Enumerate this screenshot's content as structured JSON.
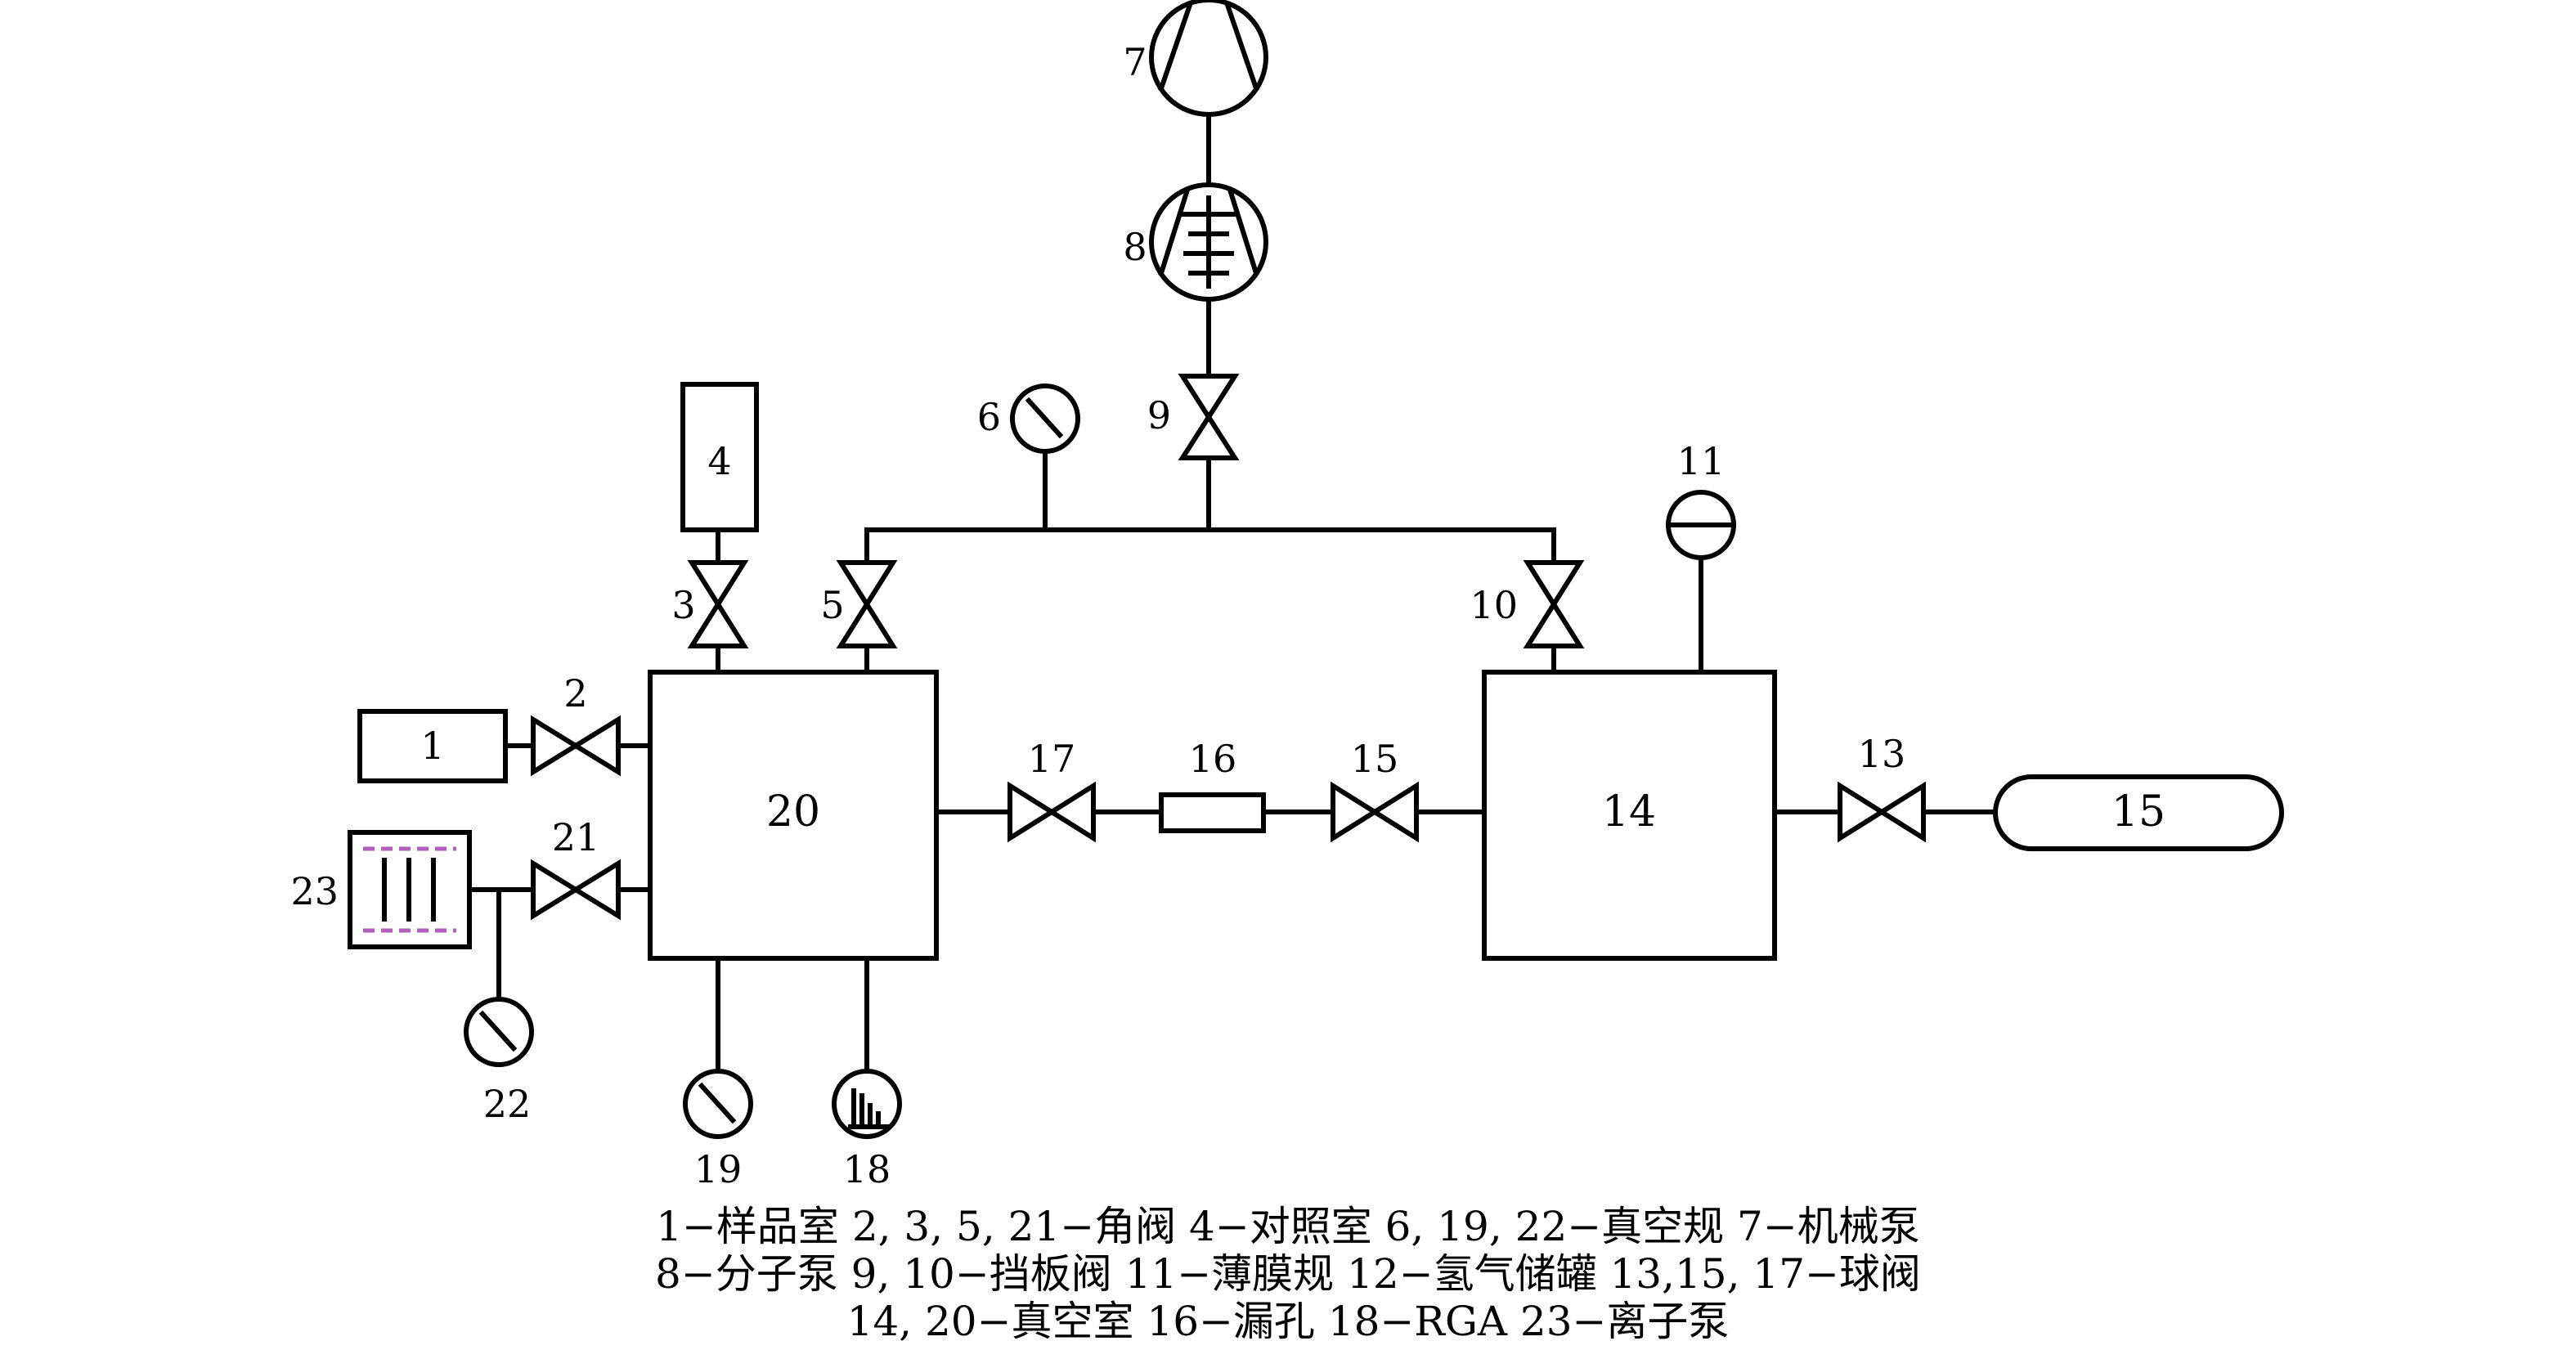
{
  "labels": {
    "n1": "1",
    "n2": "2",
    "n3": "3",
    "n4": "4",
    "n5": "5",
    "n6": "6",
    "n7": "7",
    "n8": "8",
    "n9": "9",
    "n10": "10",
    "n11": "11",
    "n13": "13",
    "n14": "14",
    "n15a": "15",
    "n15b": "15",
    "n16": "16",
    "n17": "17",
    "n18": "18",
    "n19": "19",
    "n20": "20",
    "n21": "21",
    "n22": "22",
    "n23": "23"
  },
  "caption": {
    "line1": "1−样品室 2, 3, 5, 21−角阀 4−对照室 6, 19, 22−真空规 7−机械泵",
    "line2": "8−分子泵 9, 10−挡板阀 11−薄膜规 12−氢气储罐 13,15, 17−球阀",
    "line3": "14, 20−真空室 16−漏孔 18−RGA 23−离子泵"
  },
  "colors": {
    "stroke": "#000000",
    "ion_pump_dash": "#b25fbf"
  },
  "icons": {
    "valve": "bowtie-valve-icon",
    "gauge": "circle-needle-gauge-icon",
    "mech_pump": "circle-pump-icon",
    "molecular_pump": "circle-turbo-pump-icon",
    "membrane_gauge": "circle-membrane-gauge-icon",
    "rga": "circle-spectrum-icon",
    "ion_pump": "ion-pump-icon"
  }
}
